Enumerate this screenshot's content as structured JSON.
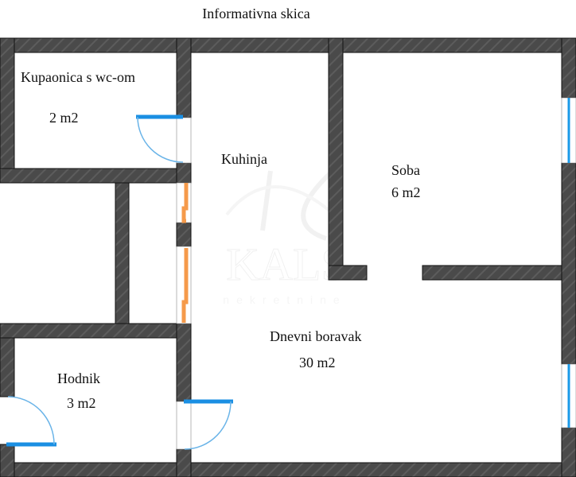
{
  "title": "Informativna skica",
  "watermark": {
    "logo_text": "KALS",
    "sub_text": "nekretnine"
  },
  "rooms": [
    {
      "name": "Kupaonica s wc-om",
      "area": "2 m2"
    },
    {
      "name": "Kuhinja"
    },
    {
      "name": "Soba",
      "area": "6 m2"
    },
    {
      "name": "Dnevni boravak",
      "area": "30 m2"
    },
    {
      "name": "Hodnik",
      "area": "3 m2"
    }
  ],
  "colors": {
    "wall": "#4a4a4a",
    "door": "#1a8fe3",
    "door_arc": "#6ab4e8",
    "window": "#1a9ae8",
    "partition": "#f59a4a"
  }
}
